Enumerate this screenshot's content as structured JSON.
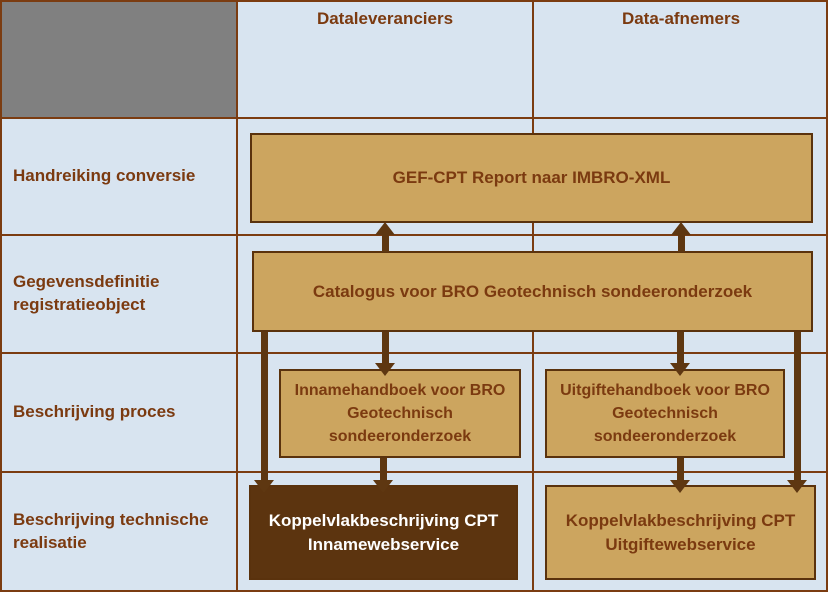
{
  "matrix": {
    "column_headers": [
      "Dataleveranciers",
      "Data-afnemers"
    ],
    "row_headers": [
      "Handreiking conversie",
      "Gegevensdefinitie registratieobject",
      "Beschrijving proces",
      "Beschrijving technische realisatie"
    ]
  },
  "boxes": {
    "gef_cpt": {
      "label": "GEF-CPT Report naar IMBRO-XML"
    },
    "catalogus": {
      "label": "Catalogus voor BRO Geotechnisch sondeeronderzoek"
    },
    "innamehandboek": {
      "label": "Innamehandboek voor BRO Geotechnisch sondeeronderzoek"
    },
    "uitgiftehandboek": {
      "label": "Uitgiftehandboek voor BRO Geotechnisch sondeeronderzoek"
    },
    "koppelvlak_inname": {
      "label": "Koppelvlakbeschrijving CPT Innamewebservice"
    },
    "koppelvlak_uitgifte": {
      "label": "Koppelvlakbeschrijving CPT Uitgiftewebservice"
    }
  },
  "edges": [
    {
      "from": "catalogus",
      "to": "gef_cpt",
      "direction": "up",
      "side": "left"
    },
    {
      "from": "catalogus",
      "to": "gef_cpt",
      "direction": "up",
      "side": "right"
    },
    {
      "from": "catalogus",
      "to": "innamehandboek",
      "direction": "down"
    },
    {
      "from": "catalogus",
      "to": "uitgiftehandboek",
      "direction": "down"
    },
    {
      "from": "innamehandboek",
      "to": "koppelvlak_inname",
      "direction": "down"
    },
    {
      "from": "uitgiftehandboek",
      "to": "koppelvlak_uitgifte",
      "direction": "down"
    },
    {
      "from": "catalogus",
      "to": "koppelvlak_inname",
      "direction": "down",
      "side": "outer-left"
    },
    {
      "from": "catalogus",
      "to": "koppelvlak_uitgifte",
      "direction": "down",
      "side": "outer-right"
    }
  ],
  "colors": {
    "background": "#d8e4f0",
    "grid_line": "#7b3c11",
    "corner_cell": "#808080",
    "box_fill": "#cca55f",
    "box_border": "#5a320d",
    "box_text": "#7b3a10",
    "dark_box_fill": "#5c340f",
    "dark_box_text": "#ffffff",
    "arrow": "#5e3711"
  }
}
